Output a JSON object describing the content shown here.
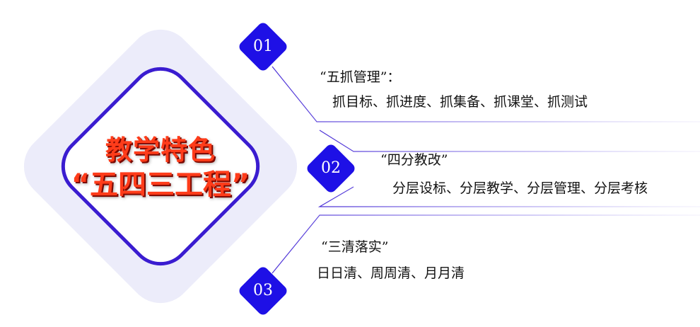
{
  "center": {
    "line1": "教学特色",
    "line2": "“五四三工程”"
  },
  "items": [
    {
      "number": "01",
      "title": "“五抓管理”：",
      "detail": "抓目标、抓进度、抓集备、抓课堂、抓测试"
    },
    {
      "number": "02",
      "title": "“四分教改”",
      "detail": "分层设标、分层教学、分层管理、分层考核"
    },
    {
      "number": "03",
      "title": "“三清落实”",
      "detail": "日日清、周周清、月月清"
    }
  ],
  "colors": {
    "accent_blue": "#1e10e6",
    "frame_blue": "#3a1cd0",
    "title_red": "#ff3c1a",
    "diamond_bg": "#ececfa"
  }
}
